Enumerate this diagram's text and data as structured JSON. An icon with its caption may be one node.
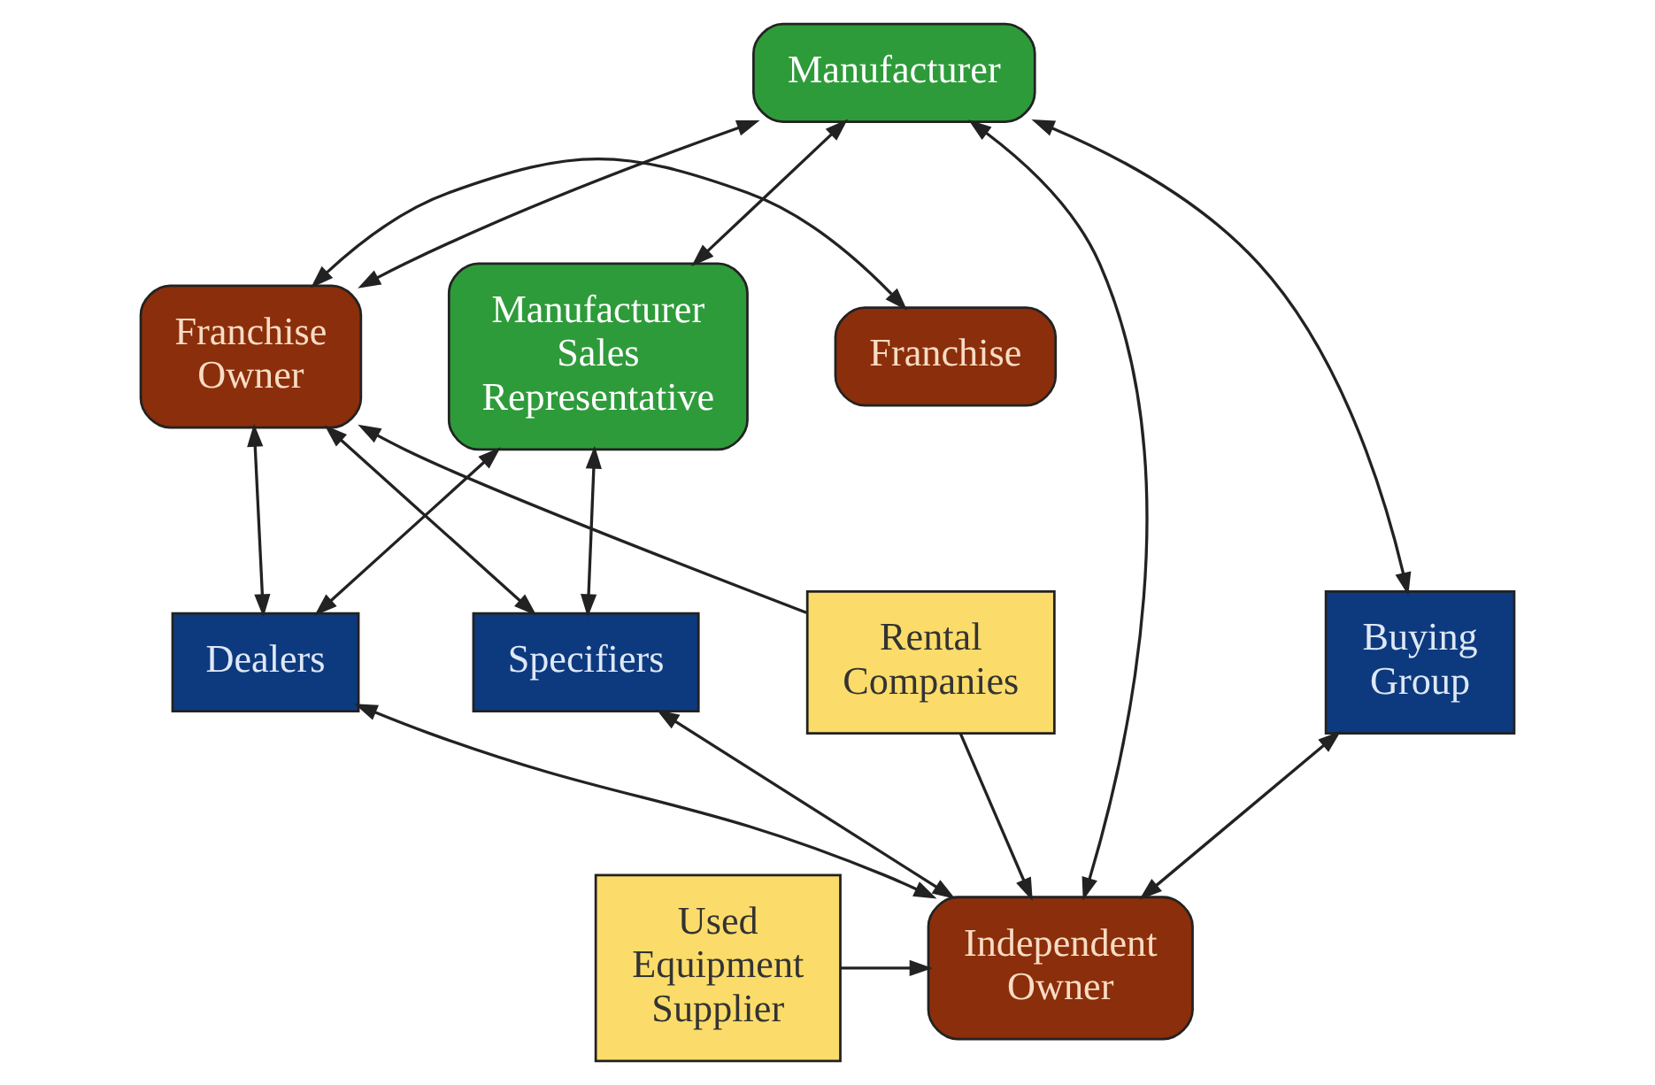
{
  "diagram": {
    "nodes": [
      {
        "text": [
          "Manufacturer"
        ]
      },
      {
        "text": [
          "Manufacturer Sales Representative"
        ]
      },
      {
        "text": [
          "Franchise Owner"
        ]
      },
      {
        "text": [
          "Franchise"
        ]
      },
      {
        "text": [
          "Dealers"
        ]
      },
      {
        "text": [
          "Specifiers"
        ]
      },
      {
        "text": [
          "Buying Group"
        ]
      },
      {
        "text": [
          "Rental Companies"
        ]
      },
      {
        "text": [
          "Used Equipment Supplier"
        ]
      },
      {
        "text": [
          "Independent Owner"
        ]
      }
    ],
    "edges": [
      {
        "from": 0,
        "to": 1,
        "arrow": "both"
      },
      {
        "from": 0,
        "to": 2,
        "arrow": "both"
      },
      {
        "from": 0,
        "to": 6,
        "arrow": "both"
      },
      {
        "from": 0,
        "to": 9,
        "arrow": "both"
      },
      {
        "from": 2,
        "to": 3,
        "arrow": "both"
      },
      {
        "from": 1,
        "to": 4,
        "arrow": "both"
      },
      {
        "from": 1,
        "to": 5,
        "arrow": "both"
      },
      {
        "from": 2,
        "to": 4,
        "arrow": "both"
      },
      {
        "from": 2,
        "to": 5,
        "arrow": "both"
      },
      {
        "from": 7,
        "to": 2,
        "arrow": "to"
      },
      {
        "from": 7,
        "to": 9,
        "arrow": "to"
      },
      {
        "from": 9,
        "to": 4,
        "arrow": "both"
      },
      {
        "from": 9,
        "to": 5,
        "arrow": "both"
      },
      {
        "from": 9,
        "to": 6,
        "arrow": "both"
      },
      {
        "from": 8,
        "to": 9,
        "arrow": "to"
      }
    ]
  }
}
